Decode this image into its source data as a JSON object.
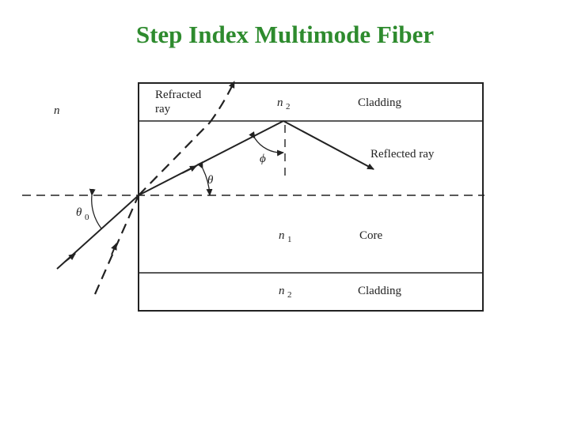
{
  "title": "Step Index Multimode Fiber",
  "diagram": {
    "outer_medium_label": "n",
    "top_layer": {
      "index_symbol": "n",
      "index_subscript": "2",
      "name": "Cladding"
    },
    "core_layer": {
      "index_symbol": "n",
      "index_subscript": "1",
      "name": "Core"
    },
    "bottom_layer": {
      "index_symbol": "n",
      "index_subscript": "2",
      "name": "Cladding"
    },
    "refracted_ray_label_line1": "Refracted",
    "refracted_ray_label_line2": "ray",
    "reflected_ray_label": "Reflected ray",
    "angles": {
      "acceptance": {
        "symbol": "θ",
        "subscript": "0"
      },
      "internal": {
        "symbol": "θ"
      },
      "incidence": {
        "symbol": "ϕ"
      }
    }
  }
}
